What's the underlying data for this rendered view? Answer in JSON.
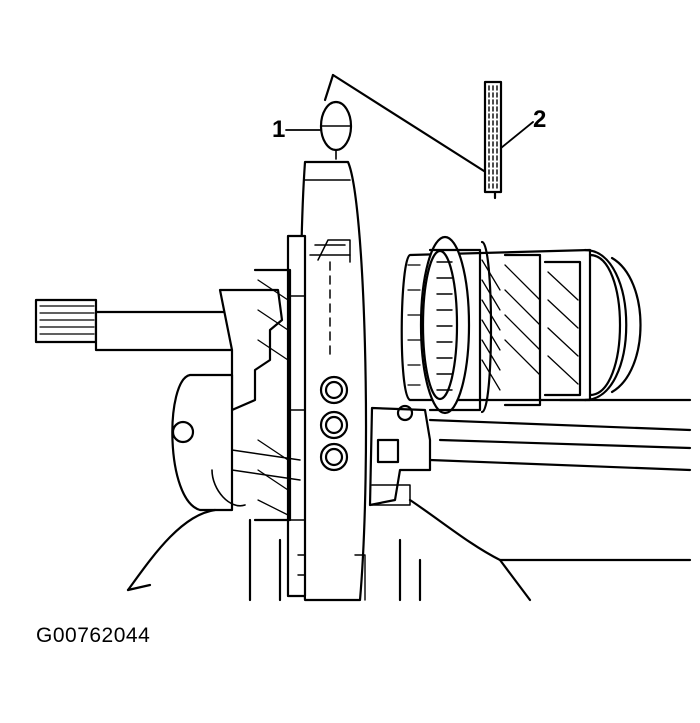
{
  "callouts": [
    {
      "label": "1"
    },
    {
      "label": "2"
    }
  ],
  "figure_code": "G00762044",
  "colors": {
    "ink": "#000000",
    "paper": "#ffffff"
  }
}
